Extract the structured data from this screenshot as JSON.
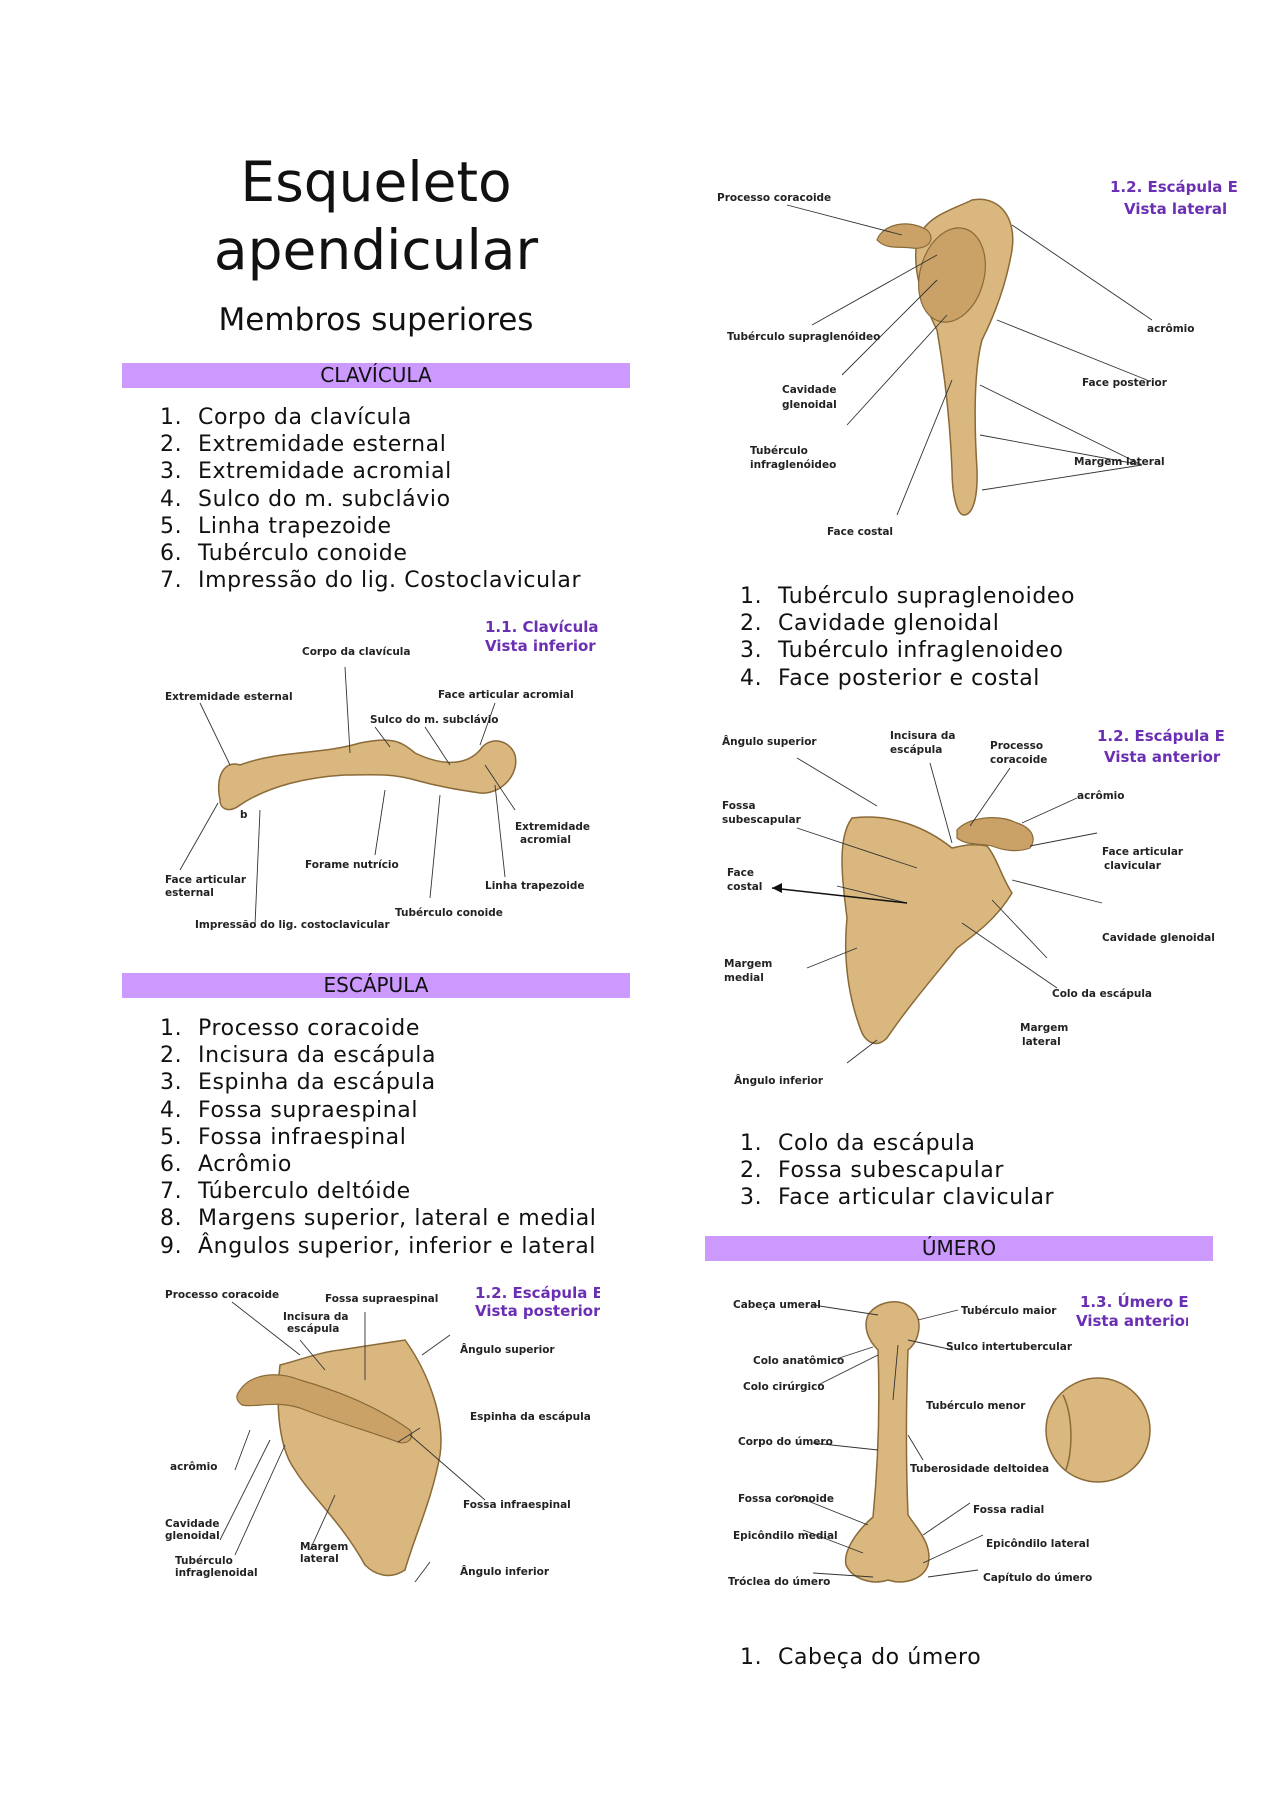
{
  "title": "Esqueleto apendicular",
  "subtitle": "Membros superiores",
  "sections": {
    "clavicula": {
      "heading": "CLAVÍCULA",
      "items": [
        "Corpo da clavícula",
        "Extremidade esternal",
        "Extremidade acromial",
        "Sulco do m. subclávio",
        "Linha trapezoide",
        "Tubérculo conoide",
        "Impressão do lig. Costoclavicular"
      ]
    },
    "escapula": {
      "heading": "ESCÁPULA",
      "items": [
        "Processo coracoide",
        "Incisura da escápula",
        "Espinha da escápula",
        "Fossa supraespinal",
        "Fossa infraespinal",
        "Acrômio",
        "Túberculo deltóide",
        "Margens superior, lateral e medial",
        "Ângulos superior, inferior e lateral"
      ]
    },
    "escapula_lateral": {
      "items": [
        "Tubérculo supraglenoideo",
        "Cavidade glenoidal",
        "Tubérculo infraglenoideo",
        "Face posterior e costal"
      ]
    },
    "escapula_anterior": {
      "items": [
        "Colo da escápula",
        "Fossa subescapular",
        "Face articular clavicular"
      ]
    },
    "umero": {
      "heading": "ÚMERO",
      "items": [
        "Cabeça do úmero"
      ]
    }
  },
  "figures": {
    "clavicula": {
      "caption1": "1.1. Clavícula",
      "caption2": "Vista inferior",
      "labels": {
        "corpo": "Corpo da clavícula",
        "ext_esternal": "Extremidade esternal",
        "face_art_acromial": "Face articular acromial",
        "sulco": "Sulco do m. subclávio",
        "b": "b",
        "ext_acromial_1": "Extremidade",
        "ext_acromial_2": "acromial",
        "forame": "Forame nutrício",
        "face_art_esternal_1": "Face articular",
        "face_art_esternal_2": "esternal",
        "linha_trap": "Linha trapezoide",
        "tuberculo_conoide": "Tubérculo conoide",
        "impressao": "Impressão do lig. costoclavicular"
      }
    },
    "escapula_post": {
      "caption1": "1.2. Escápula E",
      "caption2": "Vista posterior",
      "labels": {
        "processo": "Processo coracoide",
        "fossa_supra": "Fossa supraespinal",
        "incisura_1": "Incisura da",
        "incisura_2": "escápula",
        "angulo_sup": "Ângulo superior",
        "espinha": "Espinha da escápula",
        "acromio": "acrômio",
        "fossa_infra": "Fossa infraespinal",
        "cavidade_1": "Cavidade",
        "cavidade_2": "glenoidal",
        "margem_1": "Margem",
        "margem_2": "lateral",
        "tuberculo_1": "Tubérculo",
        "tuberculo_2": "infraglenoidal",
        "angulo_inf": "Ângulo inferior"
      }
    },
    "escapula_lat": {
      "caption1": "1.2. Escápula E",
      "caption2": "Vista lateral",
      "labels": {
        "processo": "Processo coracoide",
        "acromio": "acrômio",
        "tub_supra": "Tubérculo supraglenóideo",
        "face_post": "Face posterior",
        "cavidade_1": "Cavidade",
        "cavidade_2": "glenoidal",
        "tub_infra_1": "Tubérculo",
        "tub_infra_2": "infraglenóideo",
        "margem": "Margem lateral",
        "face_costal": "Face costal"
      }
    },
    "escapula_ant": {
      "caption1": "1.2. Escápula E",
      "caption2": "Vista anterior",
      "labels": {
        "angulo_sup": "Ângulo superior",
        "incisura_1": "Incisura da",
        "incisura_2": "escápula",
        "processo_1": "Processo",
        "processo_2": "coracoide",
        "acromio": "acrômio",
        "fossa_1": "Fossa",
        "fossa_2": "subescapular",
        "face_art_1": "Face articular",
        "face_art_2": "clavicular",
        "face_costal_1": "Face",
        "face_costal_2": "costal",
        "cavidade": "Cavidade glenoidal",
        "colo": "Colo da escápula",
        "margem_med_1": "Margem",
        "margem_med_2": "medial",
        "margem_lat_1": "Margem",
        "margem_lat_2": "lateral",
        "angulo_inf": "Ângulo inferior"
      }
    },
    "umero": {
      "caption1": "1.3. Úmero E",
      "caption2": "Vista anterior",
      "labels": {
        "cabeca": "Cabeça umeral",
        "tub_maior": "Tubérculo maior",
        "sulco": "Sulco intertubercular",
        "colo_anat": "Colo anatômico",
        "colo_cir": "Colo cirúrgico",
        "tub_menor": "Tubérculo menor",
        "corpo": "Corpo do úmero",
        "tuberosidade": "Tuberosidade deltoidea",
        "fossa_coronoide": "Fossa coronoide",
        "fossa_radial": "Fossa radial",
        "epi_medial": "Epicôndilo medial",
        "epi_lateral": "Epicôndilo lateral",
        "troclea": "Tróclea do úmero",
        "capitulo": "Capítulo do úmero"
      }
    }
  },
  "colors": {
    "band": "#cc99ff",
    "caption": "#6a2fb3",
    "bone": "#d9b77e"
  }
}
